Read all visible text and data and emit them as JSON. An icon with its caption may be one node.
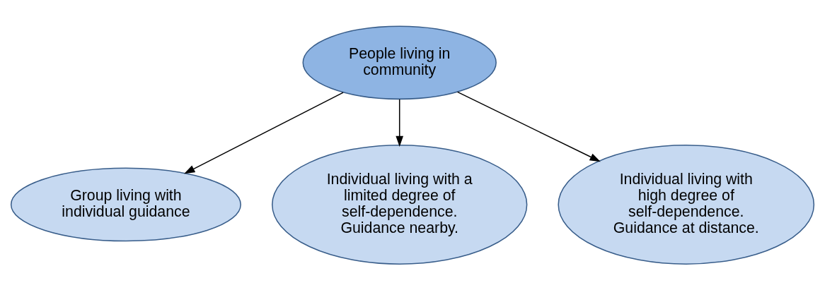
{
  "diagram": {
    "nodes": [
      {
        "text": [
          "People living in community"
        ]
      },
      {
        "text": [
          "Group living with individual guidance"
        ]
      },
      {
        "text": [
          "Individual living with a limited degree of self-dependence. Guidance nearby."
        ]
      },
      {
        "text": [
          "Individual living with high degree of self-dependence. Guidance at distance."
        ]
      }
    ],
    "edges": [
      {
        "from": 0,
        "to": 1,
        "arrow": "to"
      },
      {
        "from": 0,
        "to": 2,
        "arrow": "to"
      },
      {
        "from": 0,
        "to": 3,
        "arrow": "to"
      }
    ]
  }
}
